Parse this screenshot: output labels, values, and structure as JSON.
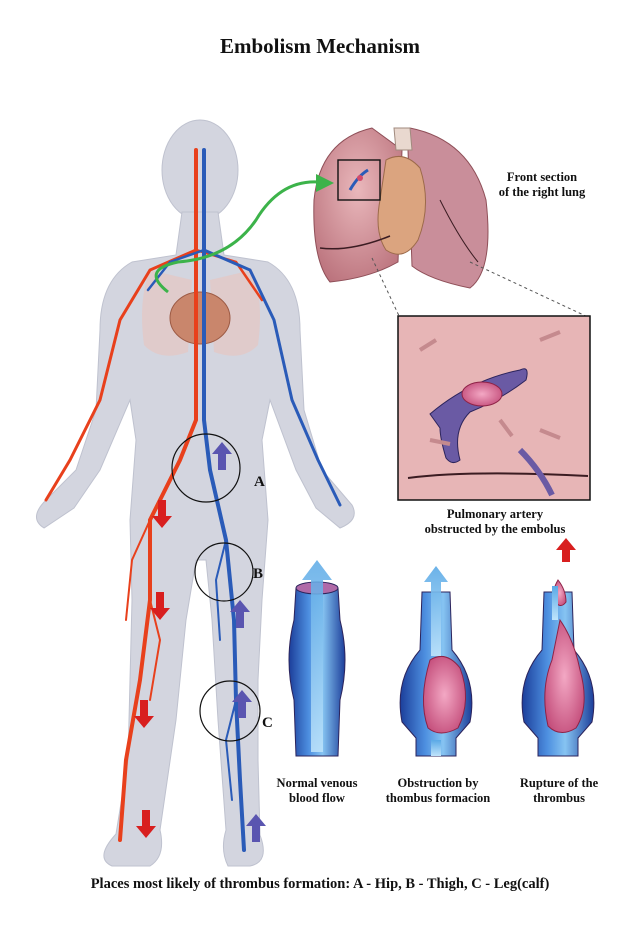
{
  "title": "Embolism Mechanism",
  "lung_label": [
    "Front section",
    "of the right lung"
  ],
  "artery_label": [
    "Pulmonary artery",
    "obstructed by the embolus"
  ],
  "panels": [
    {
      "label": [
        "Normal venous",
        "blood flow"
      ]
    },
    {
      "label": [
        "Obstruction by",
        "thombus formacion"
      ]
    },
    {
      "label": [
        "Rupture of the",
        "thrombus"
      ]
    }
  ],
  "circles": [
    "A",
    "B",
    "C"
  ],
  "caption": "Places most likely of thrombus formation: A - Hip, B - Thigh, C - Leg(calf)",
  "colors": {
    "artery": "#e8401c",
    "vein": "#2a5bb8",
    "arrow_red": "#d81f1f",
    "arrow_blue": "#5a55b0",
    "flow": "#7fc4ef",
    "lung": "#d89aa0",
    "clot": "#d24a6a"
  }
}
